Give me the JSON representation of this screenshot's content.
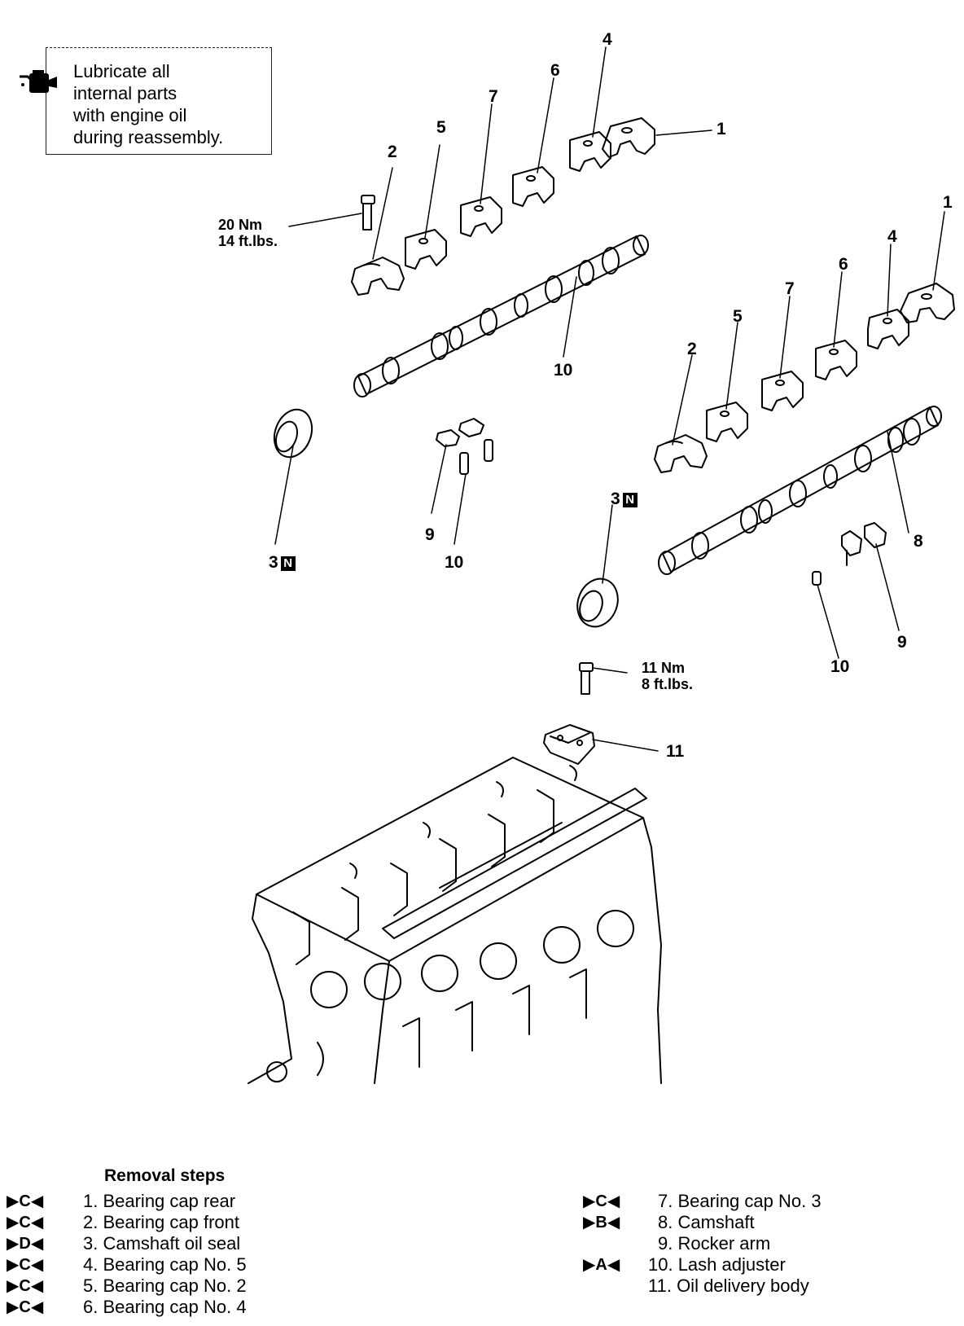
{
  "note": {
    "icon": "oil-can-icon",
    "lines": [
      "Lubricate all",
      "internal parts",
      "with engine oil",
      "during reassembly."
    ]
  },
  "torques": {
    "upper": [
      "20 Nm",
      "14 ft.lbs."
    ],
    "lower": [
      "11 Nm",
      "8 ft.lbs."
    ]
  },
  "callouts": {
    "seal_badge": "N",
    "upper": {
      "c1": "1",
      "c4": "4",
      "c6": "6",
      "c7": "7",
      "c5": "5",
      "c2": "2",
      "c10": "10"
    },
    "lower": {
      "c1": "1",
      "c4": "4",
      "c6": "6",
      "c7": "7",
      "c5": "5",
      "c2": "2",
      "c8": "8",
      "c9": "9",
      "c10": "10"
    },
    "left_seal": "3",
    "left_rocker_9": "9",
    "left_adjuster_10": "10",
    "right_seal": "3",
    "oil_body_11": "11"
  },
  "removal": {
    "title": "Removal steps",
    "left": [
      {
        "mark": "▶C◀",
        "text": "1. Bearing cap rear"
      },
      {
        "mark": "▶C◀",
        "text": "2. Bearing cap front"
      },
      {
        "mark": "▶D◀",
        "text": "3. Camshaft oil seal"
      },
      {
        "mark": "▶C◀",
        "text": "4. Bearing cap No. 5"
      },
      {
        "mark": "▶C◀",
        "text": "5. Bearing cap No. 2"
      },
      {
        "mark": "▶C◀",
        "text": "6. Bearing cap No. 4"
      }
    ],
    "right": [
      {
        "mark": "▶C◀",
        "text": "7. Bearing cap No. 3"
      },
      {
        "mark": "▶B◀",
        "text": "8. Camshaft"
      },
      {
        "mark": "",
        "text": "9. Rocker arm"
      },
      {
        "mark": "▶A◀",
        "text": "10. Lash adjuster"
      },
      {
        "mark": "",
        "text": "11. Oil delivery body"
      }
    ]
  }
}
